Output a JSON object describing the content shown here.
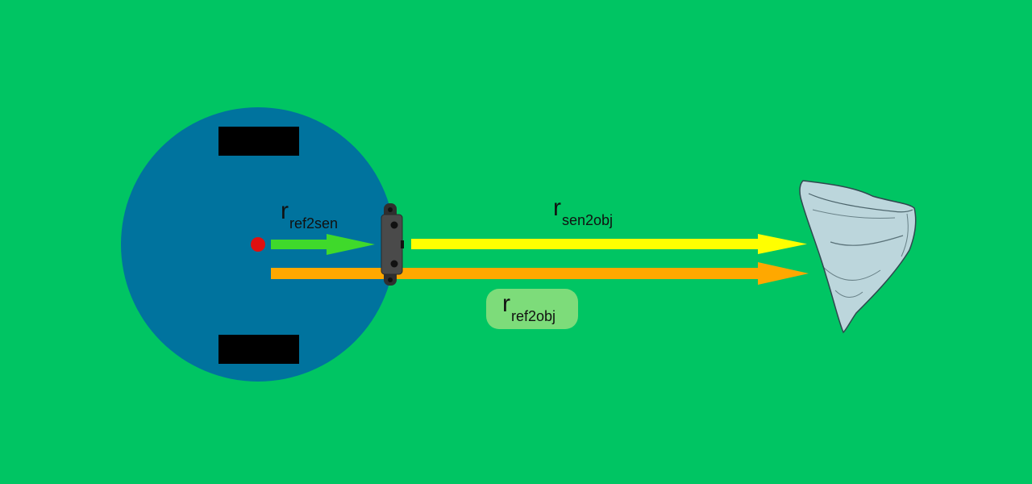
{
  "colors": {
    "background": "#00c563",
    "robot_body": "#00739e",
    "wheel": "#000000",
    "reference_point": "#e01010",
    "ref2sen_arrow": "#3fd92b",
    "sen2obj_arrow": "#ffff00",
    "ref2obj_arrow": "#ffa800",
    "ref2obj_label_bg": "#7ddc7a",
    "sensor": "#4a4a4a",
    "object": "#bcd6dc"
  },
  "icons": {
    "robot": "robot-body",
    "sensor": "distance-sensor-icon",
    "object": "object-icon"
  },
  "labels": {
    "ref2sen": {
      "symbol": "r",
      "subscript": "ref2sen"
    },
    "sen2obj": {
      "symbol": "r",
      "subscript": "sen2obj"
    },
    "ref2obj": {
      "symbol": "r",
      "subscript": "ref2obj"
    }
  }
}
